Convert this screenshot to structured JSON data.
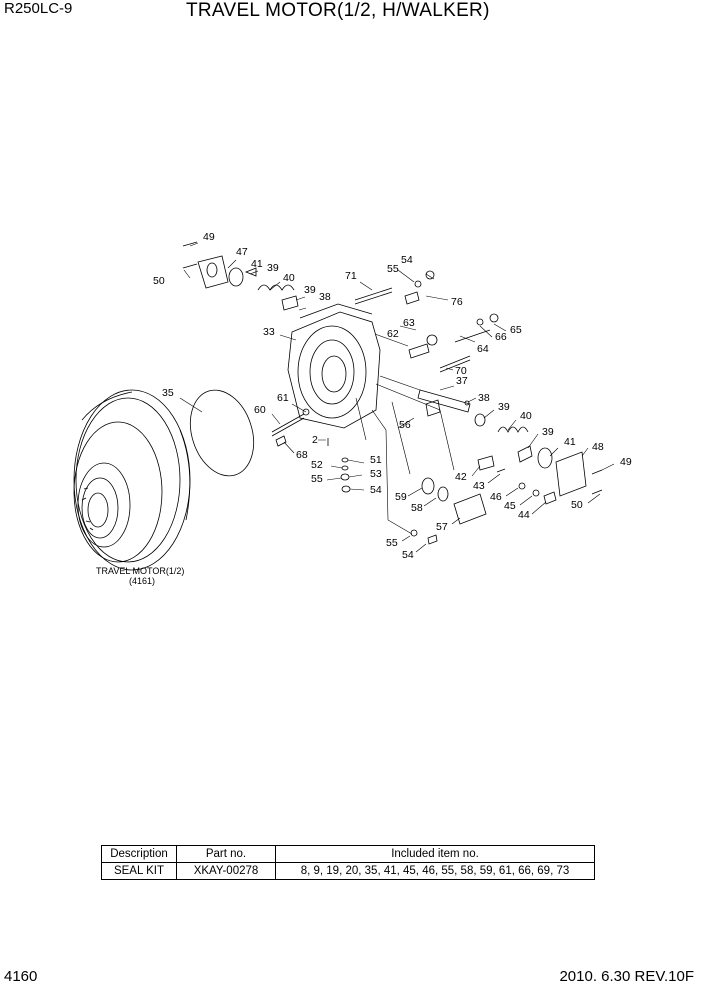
{
  "header": {
    "model": "R250LC-9",
    "title": "TRAVEL MOTOR(1/2, H/WALKER)"
  },
  "drawing": {
    "caption_line1": "TRAVEL MOTOR(1/2)",
    "caption_line2": "(4161)",
    "callouts": [
      "49",
      "47",
      "41",
      "39",
      "50",
      "40",
      "39",
      "38",
      "71",
      "54",
      "55",
      "76",
      "33",
      "63",
      "62",
      "65",
      "66",
      "64",
      "70",
      "37",
      "35",
      "61",
      "38",
      "60",
      "56",
      "39",
      "40",
      "2",
      "68",
      "39",
      "41",
      "51",
      "52",
      "53",
      "48",
      "55",
      "54",
      "42",
      "43",
      "49",
      "59",
      "46",
      "58",
      "45",
      "50",
      "57",
      "44",
      "55",
      "54"
    ]
  },
  "kit_table": {
    "headers": [
      "Description",
      "Part no.",
      "Included item no."
    ],
    "rows": [
      [
        "SEAL KIT",
        "XKAY-00278",
        "8, 9, 19, 20, 35, 41, 45, 46, 55, 58, 59, 61, 66, 69, 73"
      ]
    ]
  },
  "footer": {
    "page": "4160",
    "revision": "2010. 6.30  REV.10F"
  }
}
